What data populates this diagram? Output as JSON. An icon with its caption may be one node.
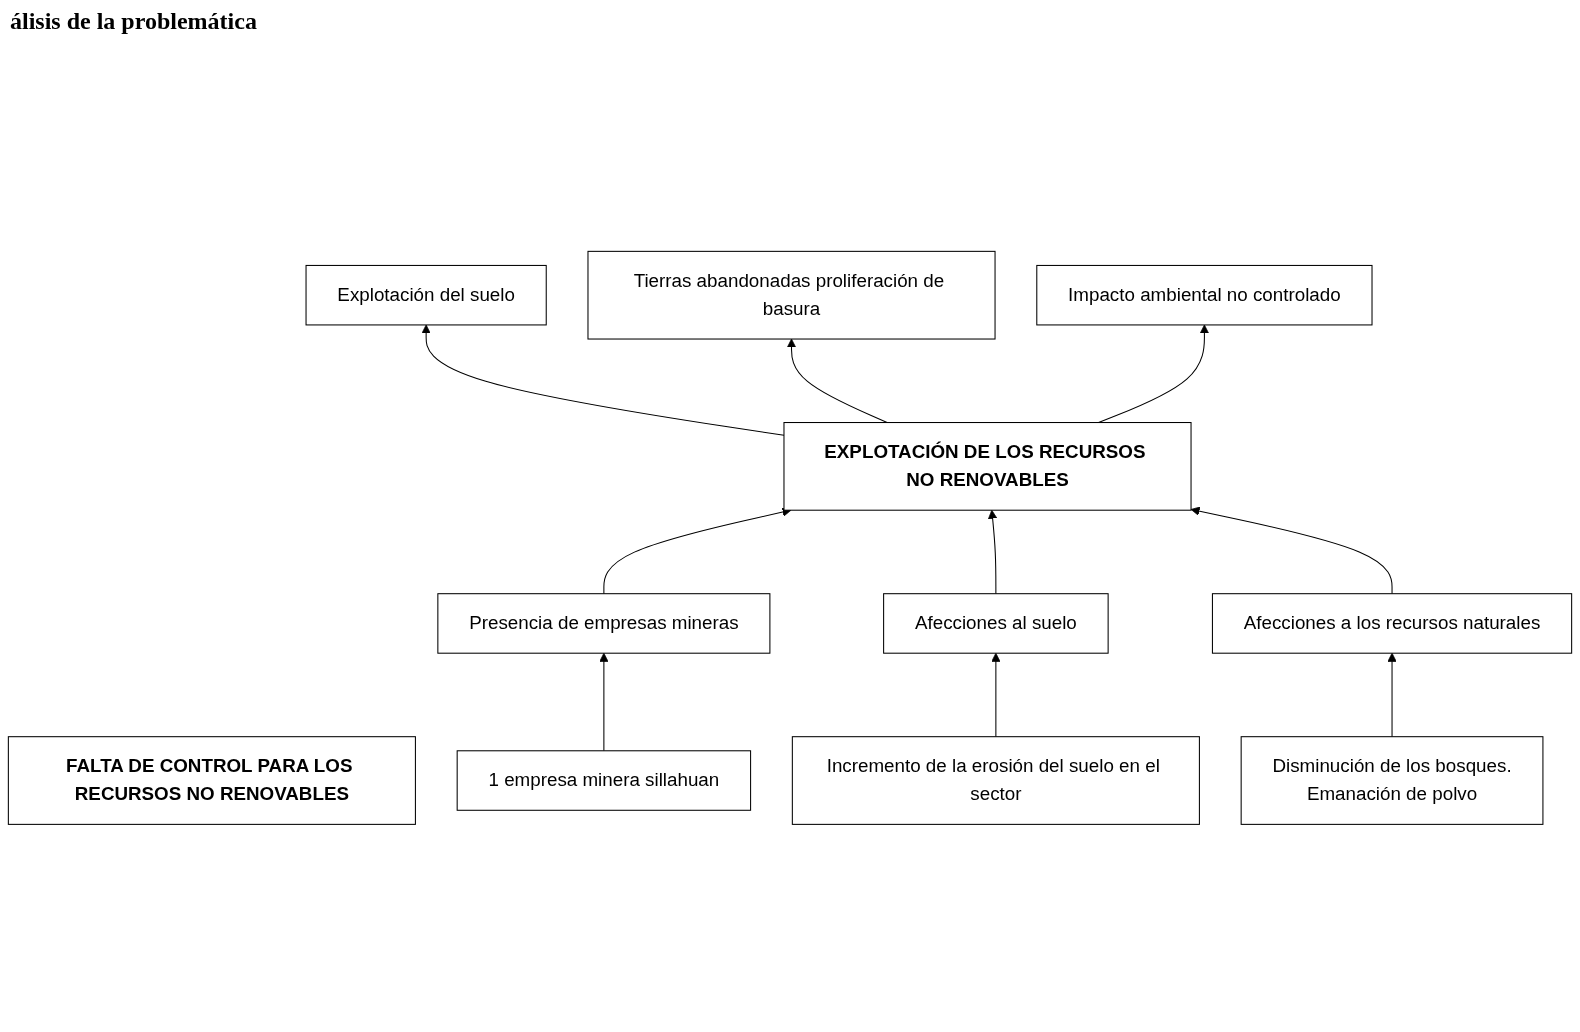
{
  "diagram": {
    "title": "álisis de la problemática",
    "nodes": [
      {
        "text": [
          "FALTA DE CONTROL PARA LOS RECURSOS NO RENOVABLES"
        ]
      },
      {
        "text": [
          "Explotación del suelo"
        ]
      },
      {
        "text": [
          "Tierras abandonadas proliferación de basura"
        ]
      },
      {
        "text": [
          "Impacto ambiental no controlado"
        ]
      },
      {
        "text": [
          "EXPLOTACIÓN DE LOS RECURSOS NO RENOVABLES"
        ]
      },
      {
        "text": [
          "Presencia de empresas mineras"
        ]
      },
      {
        "text": [
          "Afecciones al suelo"
        ]
      },
      {
        "text": [
          "Afecciones a los recursos naturales"
        ]
      },
      {
        "text": [
          "1 empresa minera sillahuan"
        ]
      },
      {
        "text": [
          "Incremento de la erosión del suelo en el sector"
        ]
      },
      {
        "text": [
          "Disminución de los bosques.",
          "Emanación de polvo"
        ]
      }
    ],
    "edges": [
      {
        "from": 4,
        "to": 1,
        "arrow": "to"
      },
      {
        "from": 4,
        "to": 2,
        "arrow": "to"
      },
      {
        "from": 4,
        "to": 3,
        "arrow": "to"
      },
      {
        "from": 5,
        "to": 4,
        "arrow": "to"
      },
      {
        "from": 6,
        "to": 4,
        "arrow": "to"
      },
      {
        "from": 7,
        "to": 4,
        "arrow": "to"
      },
      {
        "from": 8,
        "to": 5,
        "arrow": "to"
      },
      {
        "from": 9,
        "to": 6,
        "arrow": "to"
      },
      {
        "from": 10,
        "to": 7,
        "arrow": "to"
      }
    ]
  }
}
